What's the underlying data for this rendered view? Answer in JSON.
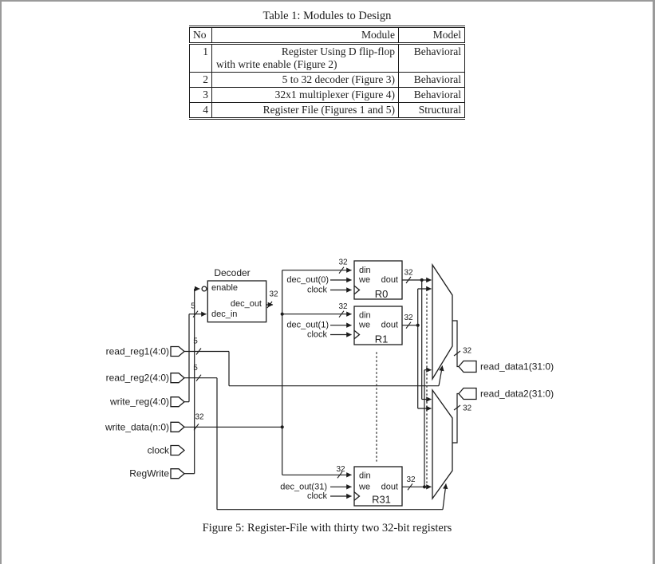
{
  "table": {
    "title": "Table 1: Modules to Design",
    "headers": [
      "No",
      "Module",
      "Model"
    ],
    "rows": [
      {
        "no": "1",
        "module_line1": "Register Using D flip-flop",
        "module_line2": "with write enable (Figure 2)",
        "model": "Behavioral"
      },
      {
        "no": "2",
        "module": "5 to 32 decoder (Figure 3)",
        "model": "Behavioral"
      },
      {
        "no": "3",
        "module": "32x1 multiplexer (Figure 4)",
        "model": "Behavioral"
      },
      {
        "no": "4",
        "module": "Register File (Figures 1 and 5)",
        "model": "Structural"
      }
    ]
  },
  "diagram": {
    "decoder": {
      "title": "Decoder",
      "enable": "enable",
      "dec_in": "dec_in",
      "dec_out": "dec_out"
    },
    "register_ports": {
      "din": "din",
      "we": "we",
      "dout": "dout",
      "clock": "clock"
    },
    "registers": [
      {
        "name": "R0",
        "we_source": "dec_out(0)"
      },
      {
        "name": "R1",
        "we_source": "dec_out(1)"
      },
      {
        "name": "R31",
        "we_source": "dec_out(31)"
      }
    ],
    "inputs": [
      "read_reg1(4:0)",
      "read_reg2(4:0)",
      "write_reg(4:0)",
      "write_data(n:0)",
      "clock",
      "RegWrite"
    ],
    "outputs": [
      "read_data1(31:0)",
      "read_data2(31:0)"
    ],
    "bus_widths": {
      "five": "5",
      "thirty_two": "32"
    },
    "caption": "Figure 5: Register-File with thirty two 32-bit registers"
  }
}
